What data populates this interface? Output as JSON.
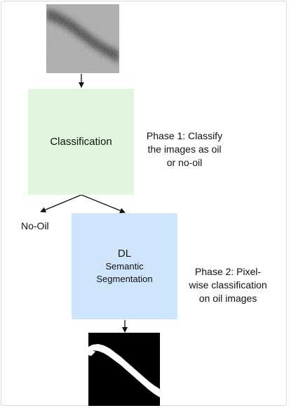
{
  "diagram": {
    "classification_label": "Classification",
    "phase1_lines": [
      "Phase 1: Classify",
      "the images as oil",
      "or no-oil"
    ],
    "no_oil_label": "No-Oil",
    "segmentation_lines": [
      "DL",
      "Semantic",
      "Segmentation"
    ],
    "phase2_lines": [
      "Phase 2: Pixel-",
      "wise classification",
      "on oil images"
    ]
  },
  "colors": {
    "classification_fill": "#e1f8df",
    "segmentation_fill": "#cfe5fb",
    "arrow": "#111111",
    "sar_image": "grayscale speckle",
    "mask_image": "black-white"
  }
}
